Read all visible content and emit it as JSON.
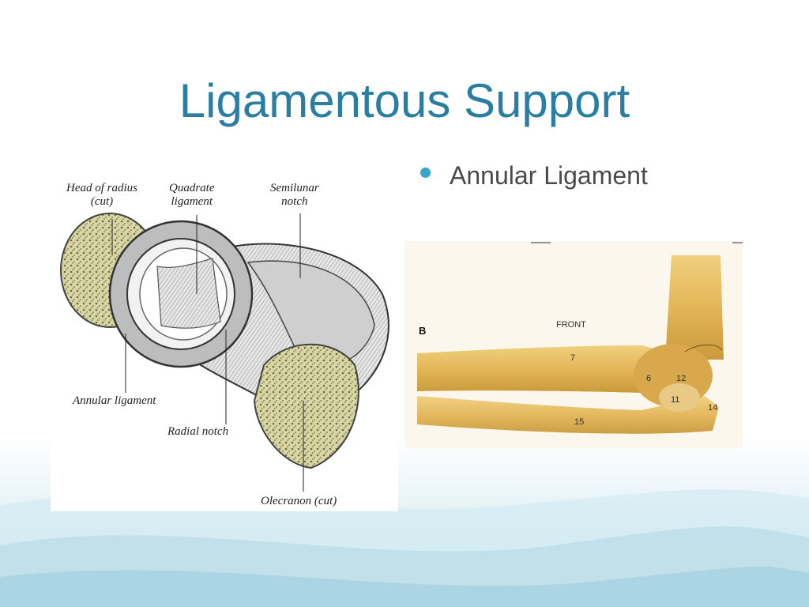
{
  "slide": {
    "title": "Ligamentous Support",
    "bullets": [
      {
        "text": "Annular Ligament"
      }
    ]
  },
  "left_figure": {
    "labels": {
      "head_of_radius_1": "Head of radius",
      "head_of_radius_2": "(cut)",
      "quadrate_1": "Quadrate",
      "quadrate_2": "ligament",
      "semilunar_1": "Semilunar",
      "semilunar_2": "notch",
      "annular": "Annular ligament",
      "radial_notch": "Radial notch",
      "olecranon": "Olecranon (cut)"
    }
  },
  "right_figure": {
    "panel_letter": "B",
    "front_label": "FRONT",
    "numbers": [
      "7",
      "6",
      "12",
      "11",
      "14",
      "15"
    ]
  },
  "colors": {
    "title": "#2a7ea3",
    "bullet": "#37a6c9",
    "text": "#4a4a4a"
  }
}
